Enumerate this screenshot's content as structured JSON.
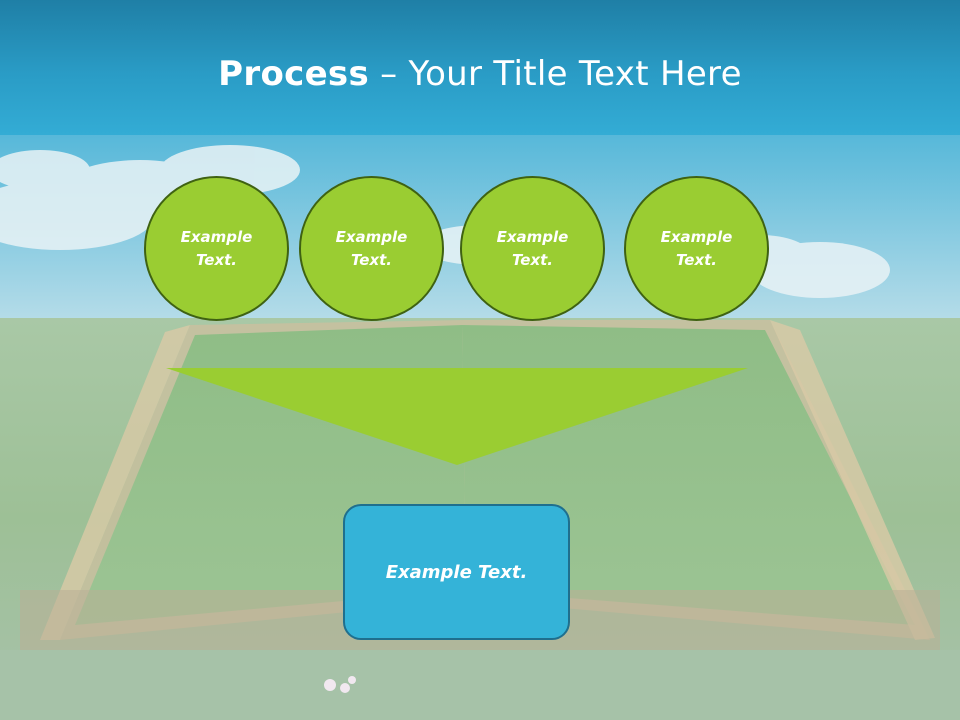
{
  "slide": {
    "title_bold": "Process",
    "title_rest": " – Your Title Text Here",
    "circles": [
      {
        "line1": "Example",
        "line2": "Text."
      },
      {
        "line1": "Example",
        "line2": "Text."
      },
      {
        "line1": "Example",
        "line2": "Text."
      },
      {
        "line1": "Example",
        "line2": "Text."
      }
    ],
    "result_box": "Example Text."
  },
  "colors": {
    "title_band": "#2a9cc6",
    "circle_fill": "#9acd32",
    "circle_border": "#3f6212",
    "funnel_fill": "#9acd32",
    "box_fill": "#34b3d8",
    "box_border": "#1f6f8e",
    "text": "#ffffff"
  }
}
